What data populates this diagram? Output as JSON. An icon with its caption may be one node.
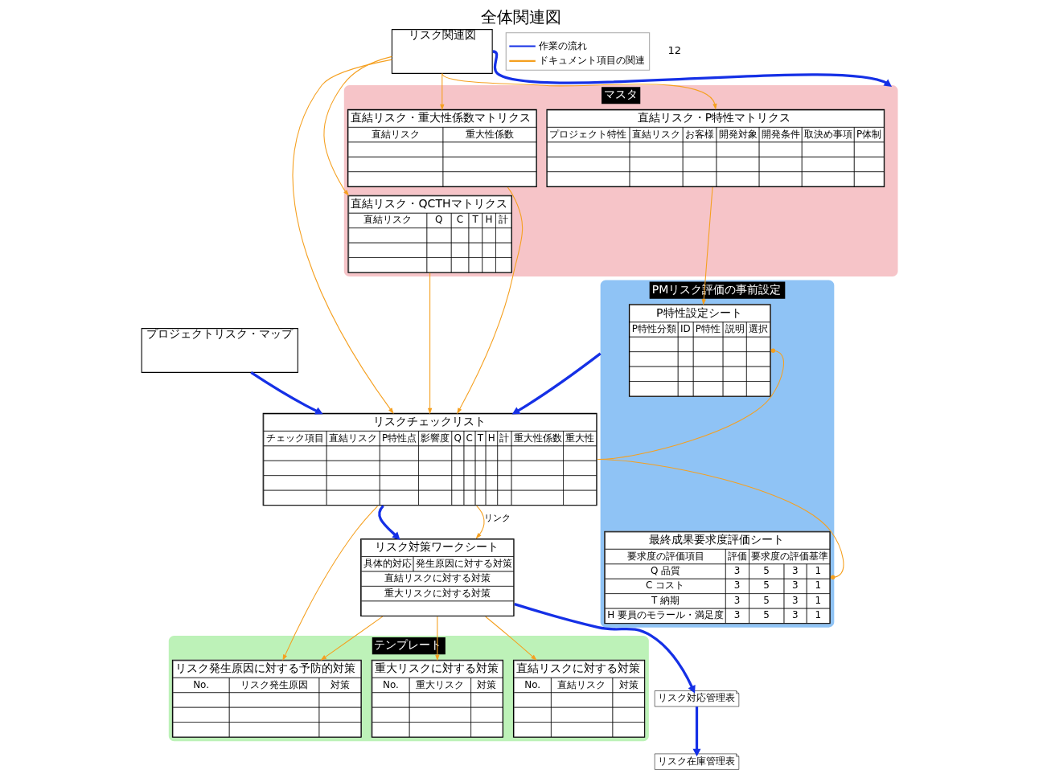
{
  "diagram": {
    "title": "全体関連図",
    "nodes": [
      {
        "text": [
          "リスク関連図"
        ]
      },
      {
        "text": [
          "プロジェクトリスク・マップ"
        ]
      },
      {
        "text": [
          "マスタ"
        ]
      },
      {
        "text": [
          "直結リスク・P特性マトリクス",
          "プロジェクト特性",
          "直結リスク",
          "お客様",
          "開発対象",
          "開発条件",
          "取決め事項",
          "P体制"
        ],
        "in": 2
      },
      {
        "text": [
          "直結リスク・QCTHマトリクス",
          "直結リスク",
          "Q",
          "C",
          "T",
          "H",
          "計"
        ],
        "in": 2
      },
      {
        "text": [
          "直結リスク・重大性係数マトリクス",
          "直結リスク",
          "重大性係数"
        ],
        "in": 2
      },
      {
        "text": [
          "PMリスク評価の事前設定"
        ]
      },
      {
        "text": [
          "P特性設定シート",
          "P特性分類",
          "ID",
          "P特性",
          "説明",
          "選択"
        ],
        "in": 6
      },
      {
        "text": [
          "最終成果要求度評価シート",
          "要求度の評価項目",
          "評価",
          "要求度の評価基準",
          "Q 品質",
          "3",
          "5",
          "3",
          "1",
          "C コスト",
          "3",
          "5",
          "3",
          "1",
          "T 納期",
          "3",
          "5",
          "3",
          "1",
          "H 要員のモラール・満足度",
          "3",
          "5",
          "3",
          "1"
        ],
        "in": 6
      },
      {
        "text": [
          "リスクチェックリスト",
          "チェック項目",
          "直結リスク",
          "P特性点",
          "影響度",
          "Q",
          "C",
          "T",
          "H",
          "計",
          "重大性係数",
          "重大性"
        ]
      },
      {
        "text": [
          "リスク対策ワークシート",
          "具体的対応",
          "発生原因に対する対策",
          "直結リスクに対する対策",
          "重大リスクに対する対策"
        ]
      },
      {
        "text": [
          "リスク対応管理表"
        ]
      },
      {
        "text": [
          "リスク在庫管理表"
        ]
      },
      {
        "text": [
          "テンプレート"
        ]
      },
      {
        "text": [
          "リスク発生原因に対する予防的対策",
          "No.",
          "リスク発生原因",
          "対策"
        ],
        "in": 13
      },
      {
        "text": [
          "直結リスクに対する対策",
          "No.",
          "直結リスク",
          "対策"
        ],
        "in": 13
      },
      {
        "text": [
          "重大リスクに対する対策",
          "No.",
          "重大リスク",
          "対策"
        ],
        "in": 13
      }
    ],
    "edges": [
      {
        "from": 0,
        "to": 2,
        "arrow": "to",
        "style": "thick",
        "color": "#1530e6"
      },
      {
        "from": 1,
        "to": 9,
        "arrow": "to",
        "style": "thick",
        "color": "#1530e6"
      },
      {
        "from": 6,
        "to": 9,
        "arrow": "to",
        "style": "thick",
        "color": "#1530e6"
      },
      {
        "from": 9,
        "to": 10,
        "arrow": "to",
        "style": "thick",
        "color": "#1530e6"
      },
      {
        "from": 10,
        "to": 11,
        "arrow": "to",
        "style": "thick",
        "color": "#1530e6"
      },
      {
        "from": 11,
        "to": 12,
        "arrow": "to",
        "style": "thick",
        "color": "#1530e6"
      },
      {
        "from": 0,
        "to": 3,
        "arrow": "to"
      },
      {
        "from": 0,
        "to": 4,
        "arrow": "to"
      },
      {
        "from": 0,
        "to": 5,
        "arrow": "to"
      },
      {
        "from": 0,
        "to": 9,
        "arrow": "to"
      },
      {
        "from": 3,
        "to": 7,
        "arrow": "to"
      },
      {
        "from": 4,
        "to": 9,
        "arrow": "to"
      },
      {
        "from": 5,
        "to": 9,
        "arrow": "to"
      },
      {
        "from": 9,
        "to": 7,
        "arrow": "other"
      },
      {
        "from": 9,
        "to": 8,
        "arrow": "other"
      },
      {
        "from": 9,
        "to": 10,
        "arrow": "to",
        "label": "リンク"
      },
      {
        "from": 9,
        "to": 14,
        "arrow": "to"
      },
      {
        "from": 10,
        "to": 14,
        "arrow": "to"
      },
      {
        "from": 10,
        "to": 15,
        "arrow": "to"
      },
      {
        "from": 10,
        "to": 16,
        "arrow": "to"
      }
    ],
    "labels": [
      "12"
    ],
    "legend": [
      {
        "text": "作業の流れ"
      },
      {
        "text": "ドキュメント項目の関連"
      }
    ]
  }
}
